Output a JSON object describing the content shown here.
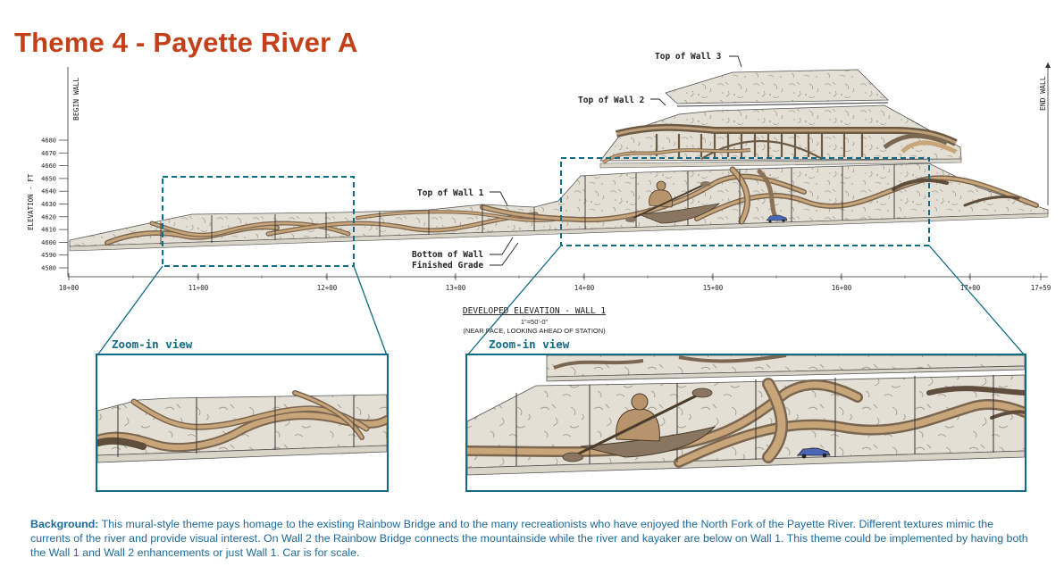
{
  "title": "Theme 4 - Payette River  A",
  "colors": {
    "title": "#c3401a",
    "zoom_frame": "#0f6b86",
    "background_text": "#1c6a9c",
    "wall_fill": "#e2ddd2",
    "river_band": "#c9a67a",
    "river_dark": "#7b6650"
  },
  "side_labels": {
    "begin_wall": "BEGIN WALL",
    "end_wall": "END WALL",
    "elevation_axis": "ELEVATION - FT"
  },
  "elevation_ticks": [
    "4680",
    "4670",
    "4660",
    "4650",
    "4640",
    "4630",
    "4620",
    "4610",
    "4600",
    "4590",
    "4580"
  ],
  "station_ticks": [
    "10+00",
    "11+00",
    "12+00",
    "13+00",
    "14+00",
    "15+00",
    "16+00",
    "17+00",
    "17+59"
  ],
  "callouts": {
    "top_wall_3": "Top of Wall 3",
    "top_wall_2": "Top of Wall 2",
    "top_wall_1": "Top of Wall 1",
    "bottom_wall": "Bottom of Wall",
    "finished_grade": "Finished Grade"
  },
  "elevation_caption": {
    "title": "DEVELOPED ELEVATION - WALL 1",
    "scale": "1\"=50'-0\"",
    "note": "(NEAR FACE, LOOKING AHEAD OF STATION)"
  },
  "zoom_labels": [
    "Zoom-in view",
    "Zoom-in view"
  ],
  "background": {
    "label": "Background:",
    "text": " This mural-style theme pays homage to the existing Rainbow Bridge and to the many recreationists who have enjoyed the North Fork of the Payette River. Different textures mimic the currents of the river and provide visual interest. On Wall 2 the Rainbow Bridge connects the mountainside while the river and kayaker are below on Wall 1. This theme could be implemented by having both the Wall 1 and Wall 2 enhancements or just Wall 1. Car is for scale."
  }
}
